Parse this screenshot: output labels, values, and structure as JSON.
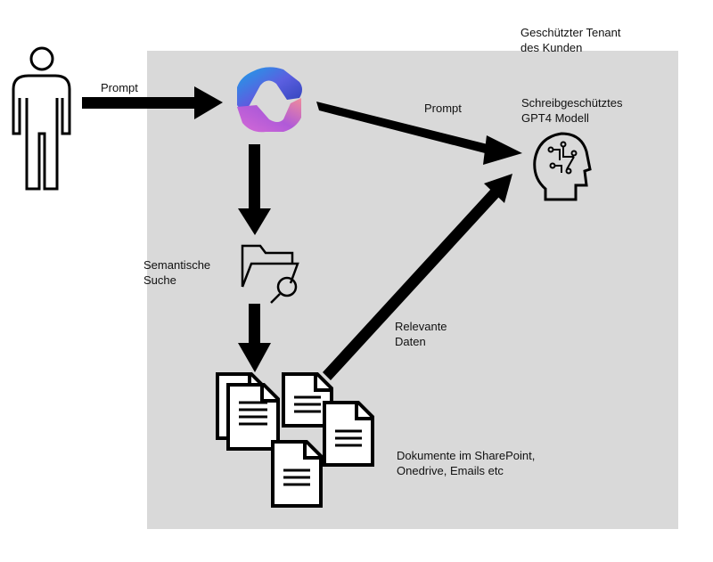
{
  "tenant": {
    "line1": "Geschützter Tenant",
    "line2": "des Kunden"
  },
  "labels": {
    "prompt_user": "Prompt",
    "prompt_model": "Prompt",
    "model_line1": "Schreibgeschütztes",
    "model_line2": "GPT4 Modell",
    "search_line1": "Semantische",
    "search_line2": "Suche",
    "data_line1": "Relevante",
    "data_line2": "Daten",
    "docs_line1": "Dokumente im SharePoint,",
    "docs_line2": "Onedrive, Emails etc"
  },
  "icons": {
    "user": "person-icon",
    "copilot": "copilot-logo",
    "model": "ai-head-icon",
    "search": "folder-search-icon",
    "documents": "document-icon"
  },
  "colors": {
    "tenant_bg": "#d9d9d9",
    "arrow": "#000000"
  }
}
